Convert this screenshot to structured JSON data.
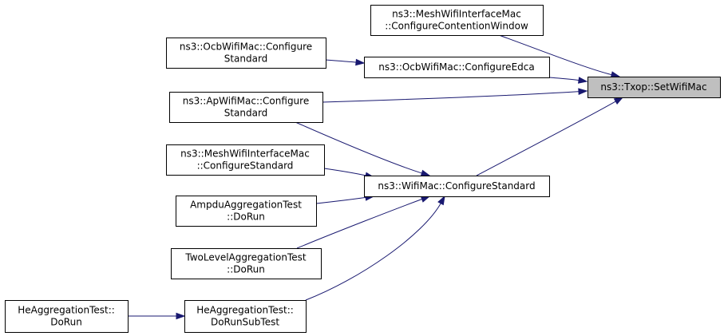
{
  "nodes": [
    {
      "id": "setwifimac",
      "lines": [
        "ns3::Txop::SetWifiMac"
      ],
      "focus": true
    },
    {
      "id": "mesh-cw",
      "lines": [
        "ns3::MeshWifiInterfaceMac",
        "::ConfigureContentionWindow"
      ]
    },
    {
      "id": "ocb-edca",
      "lines": [
        "ns3::OcbWifiMac::ConfigureEdca"
      ]
    },
    {
      "id": "ocb-std",
      "lines": [
        "ns3::OcbWifiMac::Configure",
        "Standard"
      ]
    },
    {
      "id": "ap-std",
      "lines": [
        "ns3::ApWifiMac::Configure",
        "Standard"
      ]
    },
    {
      "id": "wifimac-std",
      "lines": [
        "ns3::WifiMac::ConfigureStandard"
      ]
    },
    {
      "id": "mesh-std",
      "lines": [
        "ns3::MeshWifiInterfaceMac",
        "::ConfigureStandard"
      ]
    },
    {
      "id": "ampdu",
      "lines": [
        "AmpduAggregationTest",
        "::DoRun"
      ]
    },
    {
      "id": "twolevel",
      "lines": [
        "TwoLevelAggregationTest",
        "::DoRun"
      ]
    },
    {
      "id": "he-sub",
      "lines": [
        "HeAggregationTest::",
        "DoRunSubTest"
      ]
    },
    {
      "id": "he-run",
      "lines": [
        "HeAggregationTest::",
        "DoRun"
      ]
    }
  ],
  "edges": [
    {
      "from": "mesh-cw",
      "to": "setwifimac"
    },
    {
      "from": "ocb-edca",
      "to": "setwifimac"
    },
    {
      "from": "ap-std",
      "to": "setwifimac"
    },
    {
      "from": "wifimac-std",
      "to": "setwifimac"
    },
    {
      "from": "ocb-std",
      "to": "ocb-edca"
    },
    {
      "from": "ap-std",
      "to": "wifimac-std"
    },
    {
      "from": "mesh-std",
      "to": "wifimac-std"
    },
    {
      "from": "ampdu",
      "to": "wifimac-std"
    },
    {
      "from": "twolevel",
      "to": "wifimac-std"
    },
    {
      "from": "he-sub",
      "to": "wifimac-std"
    },
    {
      "from": "he-run",
      "to": "he-sub"
    }
  ],
  "colors": {
    "edge": "#191970",
    "focus_fill": "#bfbfbf",
    "node_fill": "#ffffff"
  }
}
